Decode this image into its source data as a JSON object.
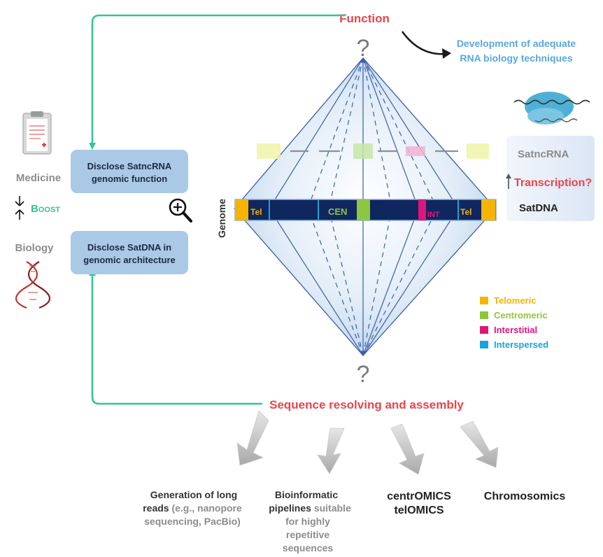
{
  "colors": {
    "red": "#e8454a",
    "teal": "#35c49a",
    "light_blue_text": "#5aa7dc",
    "box_fill": "#aac9e6",
    "navy_bar": "#10265e",
    "telomeric": "#f4b400",
    "centromeric": "#8dc63f",
    "interstitial": "#e0157a",
    "interspersed": "#1aa3d9",
    "gray_text": "#8c8c8c",
    "dark_text": "#333333",
    "diamond_line": "#3a5fa8"
  },
  "top": {
    "function_label": "Function",
    "question_mark": "?",
    "rna_techniques_line1": "Development of adequate",
    "rna_techniques_line2": "RNA biology techniques"
  },
  "left": {
    "medicine": "Medicine",
    "boost": "Boost",
    "biology": "Biology",
    "box1_line1": "Disclose SatncRNA",
    "box1_line2": "genomic function",
    "box2_line1": "Disclose SatDNA in",
    "box2_line2": "genomic architecture"
  },
  "genome": {
    "axis_label": "Genome",
    "tel_left": "Tel",
    "cen": "CEN",
    "int": "INT",
    "tel_right": "Tel"
  },
  "right_panel": {
    "satncrna": "SatncRNA",
    "transcription": "Transcription?",
    "satdna": "SatDNA"
  },
  "legend": [
    {
      "label": "Telomeric",
      "color": "#f4b400"
    },
    {
      "label": "Centromeric",
      "color": "#8dc63f"
    },
    {
      "label": "Interstitial",
      "color": "#e0157a"
    },
    {
      "label": "Interspersed",
      "color": "#1aa3d9"
    }
  ],
  "bottom": {
    "question_mark": "?",
    "sequence_label": "Sequence resolving and assembly",
    "item1_line1": "Generation of long",
    "item1_line2_bold": "reads",
    "item1_line2_rest": " (e.g., nanopore",
    "item1_line3": "sequencing, PacBio)",
    "item2_line1": "Bioinformatic",
    "item2_line2_bold": "pipelines",
    "item2_line2_rest": " suitable",
    "item2_line3": "for highly",
    "item2_line4": "repetitive",
    "item2_line5": "sequences",
    "item3_line1": "centrOMICS",
    "item3_line2": "telOMICS",
    "item4": "Chromosomics"
  }
}
